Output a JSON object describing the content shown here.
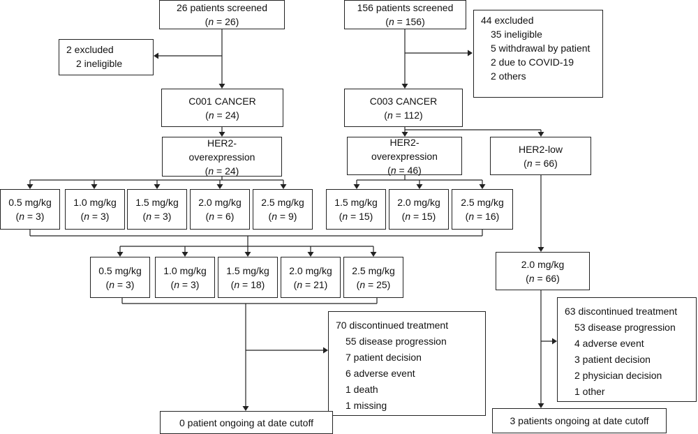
{
  "n_prefix": "n",
  "n_equals": " = ",
  "boxes": {
    "c001_screened": {
      "line1": "26 patients screened",
      "n": "26"
    },
    "c001_excluded": {
      "header": "2 excluded",
      "items": [
        "2 ineligible"
      ]
    },
    "c001_cancer": {
      "line1": "C001 CANCER",
      "n": "24"
    },
    "c001_her2": {
      "line1": "HER2-",
      "line2": "overexpression",
      "n": "24"
    },
    "c001_doses": [
      {
        "dose": "0.5 mg/kg",
        "n": "3"
      },
      {
        "dose": "1.0 mg/kg",
        "n": "3"
      },
      {
        "dose": "1.5 mg/kg",
        "n": "3"
      },
      {
        "dose": "2.0 mg/kg",
        "n": "6"
      },
      {
        "dose": "2.5 mg/kg",
        "n": "9"
      }
    ],
    "c003_screened": {
      "line1": "156 patients screened",
      "n": "156"
    },
    "c003_excluded": {
      "header": "44 excluded",
      "items": [
        "35 ineligible",
        "5 withdrawal by patient",
        "2 due to COVID-19",
        "2 others"
      ]
    },
    "c003_cancer": {
      "line1": "C003 CANCER",
      "n": "112"
    },
    "c003_her2": {
      "line1": "HER2-",
      "line2": "overexpression",
      "n": "46"
    },
    "c003_her2low": {
      "line1": "HER2-low",
      "n": "66"
    },
    "c003_doses": [
      {
        "dose": "1.5 mg/kg",
        "n": "15"
      },
      {
        "dose": "2.0 mg/kg",
        "n": "15"
      },
      {
        "dose": "2.5 mg/kg",
        "n": "16"
      }
    ],
    "pooled_doses": [
      {
        "dose": "0.5 mg/kg",
        "n": "3"
      },
      {
        "dose": "1.0 mg/kg",
        "n": "3"
      },
      {
        "dose": "1.5 mg/kg",
        "n": "18"
      },
      {
        "dose": "2.0 mg/kg",
        "n": "21"
      },
      {
        "dose": "2.5 mg/kg",
        "n": "25"
      }
    ],
    "low_dose": {
      "dose": "2.0 mg/kg",
      "n": "66"
    },
    "pooled_discontinued": {
      "header": "70 discontinued treatment",
      "items": [
        "55 disease progression",
        "7 patient decision",
        "6 adverse event",
        "1 death",
        "1 missing"
      ]
    },
    "low_discontinued": {
      "header": "63 discontinued treatment",
      "items": [
        "53 disease progression",
        "4 adverse event",
        "3 patient decision",
        "2 physician decision",
        "1 other"
      ]
    },
    "pooled_ongoing": {
      "text": "0 patient ongoing at date cutoff"
    },
    "low_ongoing": {
      "text": "3 patients ongoing at date cutoff"
    }
  },
  "colors": {
    "line": "#222222",
    "box_border": "#222222",
    "background": "#ffffff"
  }
}
